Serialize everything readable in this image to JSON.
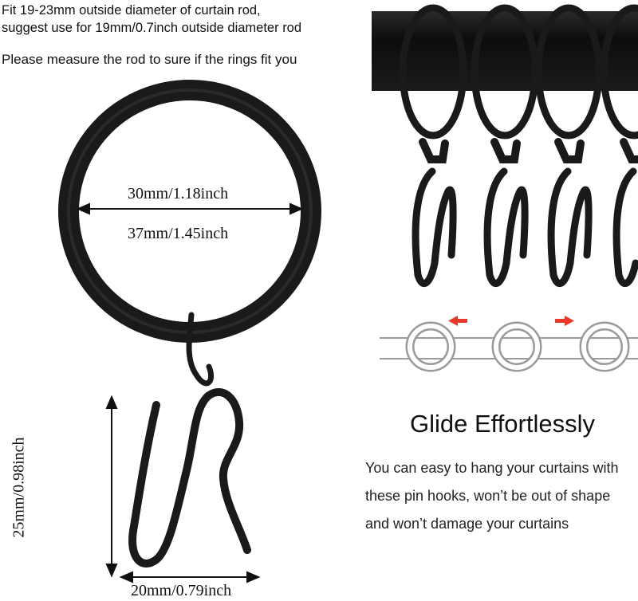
{
  "fit_info": {
    "line1": "Fit 19-23mm outside diameter of curtain rod,",
    "line2": "suggest use for 19mm/0.7inch outside diameter rod"
  },
  "measure_note": "Please measure the rod to sure if the rings fit you",
  "dimensions": {
    "inner_diameter": "30mm/1.18inch",
    "outer_diameter": "37mm/1.45inch",
    "hook_height": "25mm/0.98inch",
    "hook_width": "20mm/0.79inch"
  },
  "glide": {
    "title": "Glide Effortlessly",
    "description": "You can easy to hang your curtains with these pin hooks, won’t be out of shape and won’t damage your curtains"
  },
  "colors": {
    "metal": "#1a1a1a",
    "arrow": "#e8392b",
    "ring_outline": "#999999"
  },
  "icons": [
    "ring-icon",
    "pin-hook-icon",
    "curtain-rod-icon",
    "glide-arrow-icon"
  ]
}
